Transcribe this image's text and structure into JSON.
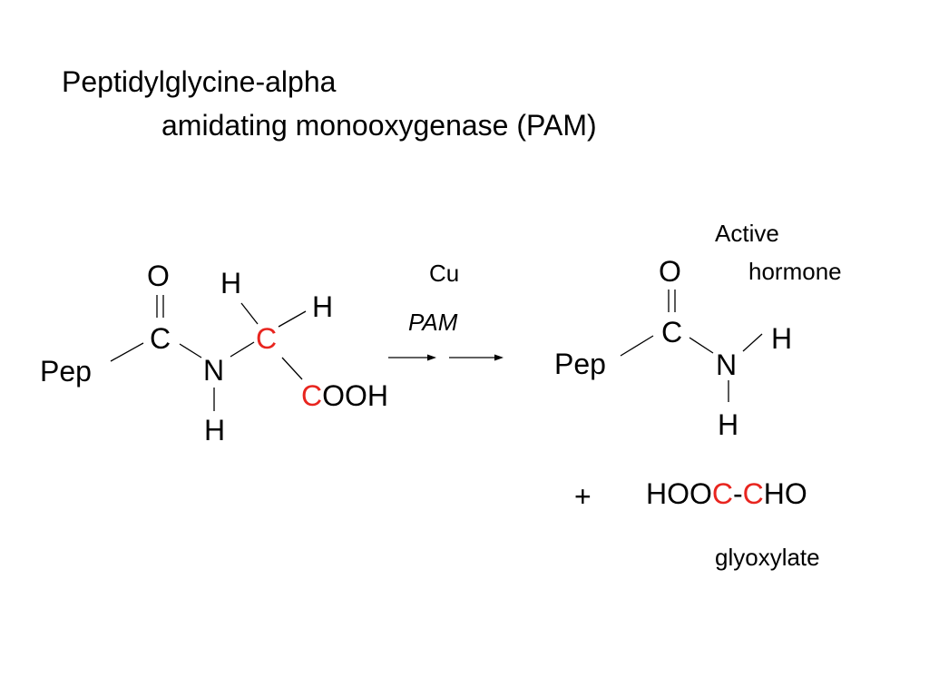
{
  "title": {
    "line1": "Peptidylglycine-alpha",
    "line2": "amidating monooxygenase (PAM)"
  },
  "reactant": {
    "pep": "Pep",
    "carbonyl_c": "C",
    "carbonyl_o": "O",
    "n": "N",
    "n_h": "H",
    "alpha_c": "C",
    "alpha_h1": "H",
    "alpha_h2": "H",
    "carboxyl_c": "C",
    "carboxyl_rest": "OOH"
  },
  "arrow": {
    "cofactor": "Cu",
    "enzyme": "PAM"
  },
  "product": {
    "label_line1": "Active",
    "label_line2": "hormone",
    "pep": "Pep",
    "carbonyl_c": "C",
    "carbonyl_o": "O",
    "n": "N",
    "n_h1": "H",
    "n_h2": "H"
  },
  "byproduct": {
    "plus": "+",
    "part1": "HOO",
    "c1": "C",
    "dash": "-",
    "c2": "C",
    "part2": "HO",
    "name": "glyoxylate"
  },
  "colors": {
    "highlight": "#e8251f",
    "text": "#000000"
  }
}
